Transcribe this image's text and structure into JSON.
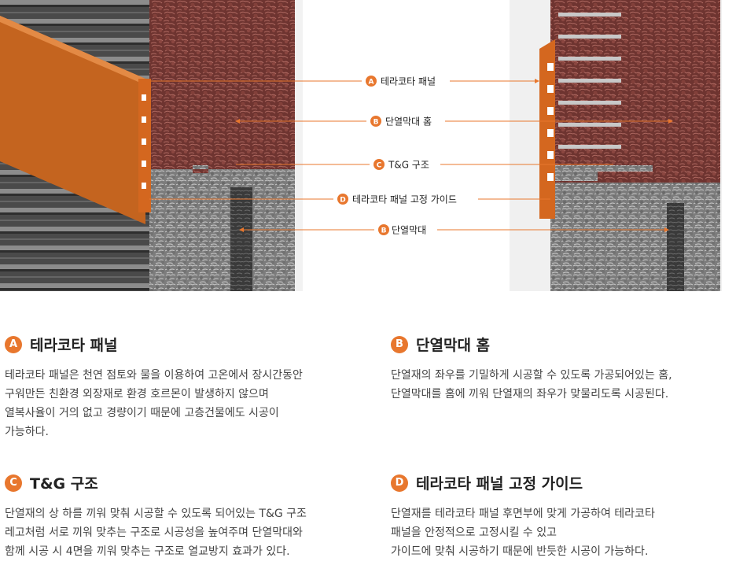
{
  "callouts": [
    {
      "letter": "A",
      "label": "테라코타 패널"
    },
    {
      "letter": "B",
      "label": "단열막대 홈"
    },
    {
      "letter": "C",
      "label": "T&G 구조"
    },
    {
      "letter": "D",
      "label": "테라코타 패널 고정 가이드"
    },
    {
      "letter": "B",
      "label": "단열막대"
    }
  ],
  "sections": [
    {
      "letter": "A",
      "title": "테라코타 패널",
      "lines": [
        "테라코타 패널은 천연 점토와 물을 이용하여 고온에서 장시간동안",
        "구워만든 친환경 외장재로 환경 호르몬이 발생하지 않으며",
        "열복사율이 거의 없고 경량이기 때문에 고층건물에도 시공이",
        "가능하다."
      ]
    },
    {
      "letter": "B",
      "title": "단열막대 홈",
      "lines": [
        "단열재의 좌우를 기밀하게 시공할 수 있도록 가공되어있는 홈,",
        "단열막대를 홈에 끼워 단열재의 좌우가 맞물리도록 시공된다."
      ]
    },
    {
      "letter": "C",
      "title": "T&G 구조",
      "lines": [
        "단열재의 상 하를 끼워 맞춰 시공할 수 있도록 되어있는 T&G 구조",
        "레고처럼 서로 끼워 맞추는 구조로 시공성을 높여주며 단열막대와",
        "함께 시공 시 4면을 끼워 맞추는 구조로 열교방지 효과가 있다."
      ]
    },
    {
      "letter": "D",
      "title": "테라코타 패널 고정 가이드",
      "lines": [
        "단열재를 테라코타 패널 후면부에 맞게 가공하여 테라코타",
        "패널을 안정적으로 고정시킬 수 있고",
        "가이드에 맞춰 시공하기 때문에 반듯한 시공이 가능하다."
      ]
    }
  ],
  "colors": {
    "accent": "#e8772e",
    "brick": "#7a3a35",
    "foam": "#8a8a8a",
    "panel": "#d4671f"
  }
}
